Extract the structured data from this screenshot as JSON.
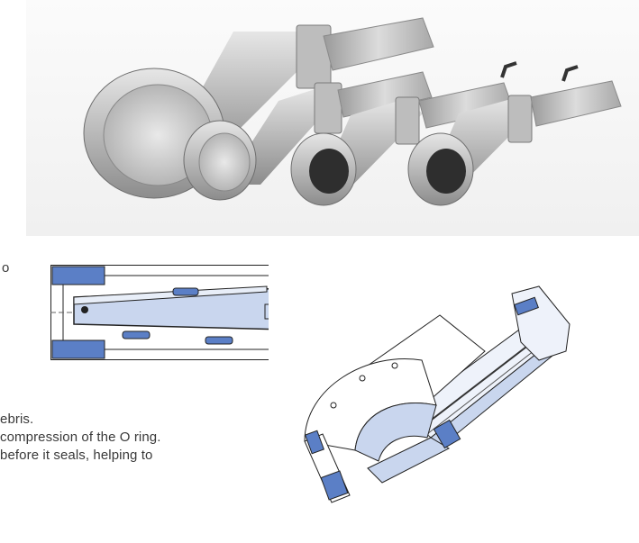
{
  "text_fragments": [
    "o",
    "ebris.",
    "compression of the O ring.",
    "before it seals, helping to"
  ],
  "figures": {
    "valves_photo": "photo of four pneumatically actuated vacuum gate valves of decreasing size",
    "cross_section": "cross-section drawing of a gate valve, O-ring seals shown in blue",
    "cutaway": "cutaway isometric drawing of a gate valve with actuator"
  },
  "colors": {
    "seal_blue": "#5b7fc6",
    "body_blue": "#c9d6ee",
    "outline": "#2a2a2a",
    "text": "#3a3a3a"
  }
}
